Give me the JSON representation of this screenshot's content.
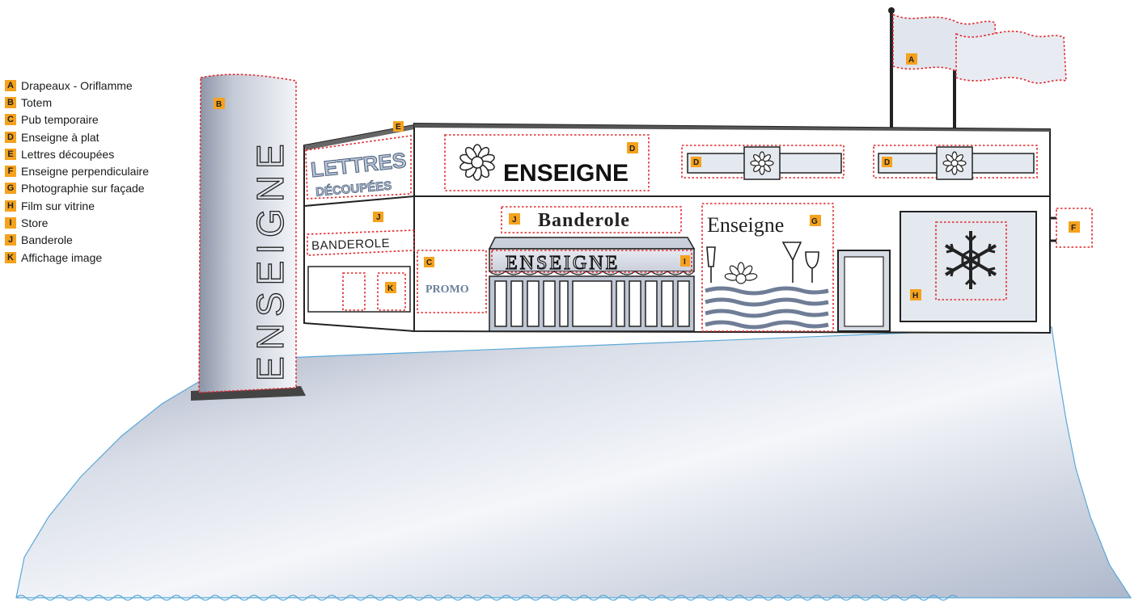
{
  "legend": [
    {
      "letter": "A",
      "label": "Drapeaux - Oriflamme"
    },
    {
      "letter": "B",
      "label": "Totem"
    },
    {
      "letter": "C",
      "label": "Pub temporaire"
    },
    {
      "letter": "D",
      "label": "Enseigne à plat"
    },
    {
      "letter": "E",
      "label": "Lettres découpées"
    },
    {
      "letter": "F",
      "label": "Enseigne perpendiculaire"
    },
    {
      "letter": "G",
      "label": "Photographie sur façade"
    },
    {
      "letter": "H",
      "label": "Film sur vitrine"
    },
    {
      "letter": "I",
      "label": "Store"
    },
    {
      "letter": "J",
      "label": "Banderole"
    },
    {
      "letter": "K",
      "label": "Affichage image"
    }
  ],
  "signs": {
    "totem_text": "ENSEIGNE",
    "lettres_line1": "LETTRES",
    "lettres_line2": "DÉCOUPÉES",
    "enseigne_main": "ENSEIGNE",
    "banderole_left": "BANDEROLE",
    "banderole_center": "Banderole",
    "store_text": "ENSEIGNE",
    "promo": "PROMO",
    "photo_text": "Enseigne"
  },
  "markers": {
    "A": "A",
    "B": "B",
    "C": "C",
    "D": "D",
    "E": "E",
    "F": "F",
    "G": "G",
    "H": "H",
    "I": "I",
    "J": "J",
    "K": "K"
  },
  "colors": {
    "badge": "#f5a21d",
    "dash": "#e0282c",
    "panel": "#dfe3ec",
    "ground": "#c2cbd9",
    "edge": "#5aa8d8"
  }
}
